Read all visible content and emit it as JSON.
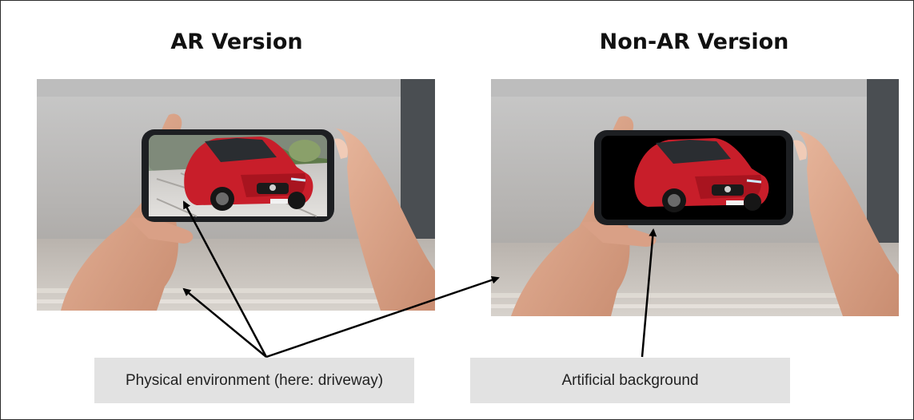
{
  "titles": {
    "ar": "AR Version",
    "non_ar": "Non-AR Version"
  },
  "captions": {
    "physical_environment": "Physical environment (here: driveway)",
    "artificial_background": "Artificial background"
  },
  "colors": {
    "car_red": "#c81e2a",
    "artificial_bg": "#000000",
    "caption_bg": "#e2e2e2",
    "arrow": "#000000"
  }
}
